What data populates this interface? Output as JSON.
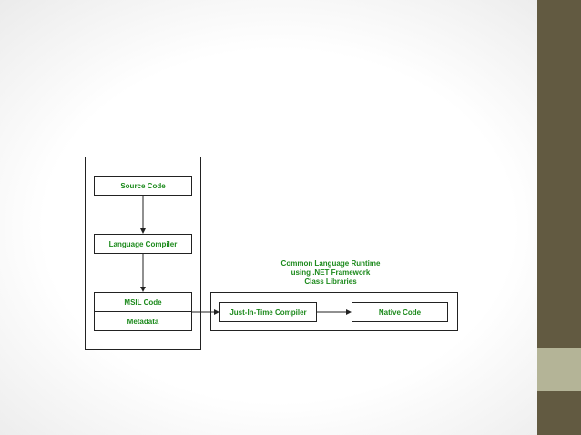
{
  "diagram": {
    "source_code": "Source Code",
    "language_compiler": "Language Compiler",
    "msil_code": "MSIL Code",
    "metadata": "Metadata",
    "clr_caption": {
      "line1": "Common Language Runtime",
      "line2": "using .NET Framework",
      "line3": "Class Libraries"
    },
    "jit_compiler": "Just-In-Time Compiler",
    "native_code": "Native Code"
  },
  "colors": {
    "text_accent": "#1c8a1c",
    "sidebar": "#625a41",
    "sidebar_accent": "#b4b497"
  }
}
